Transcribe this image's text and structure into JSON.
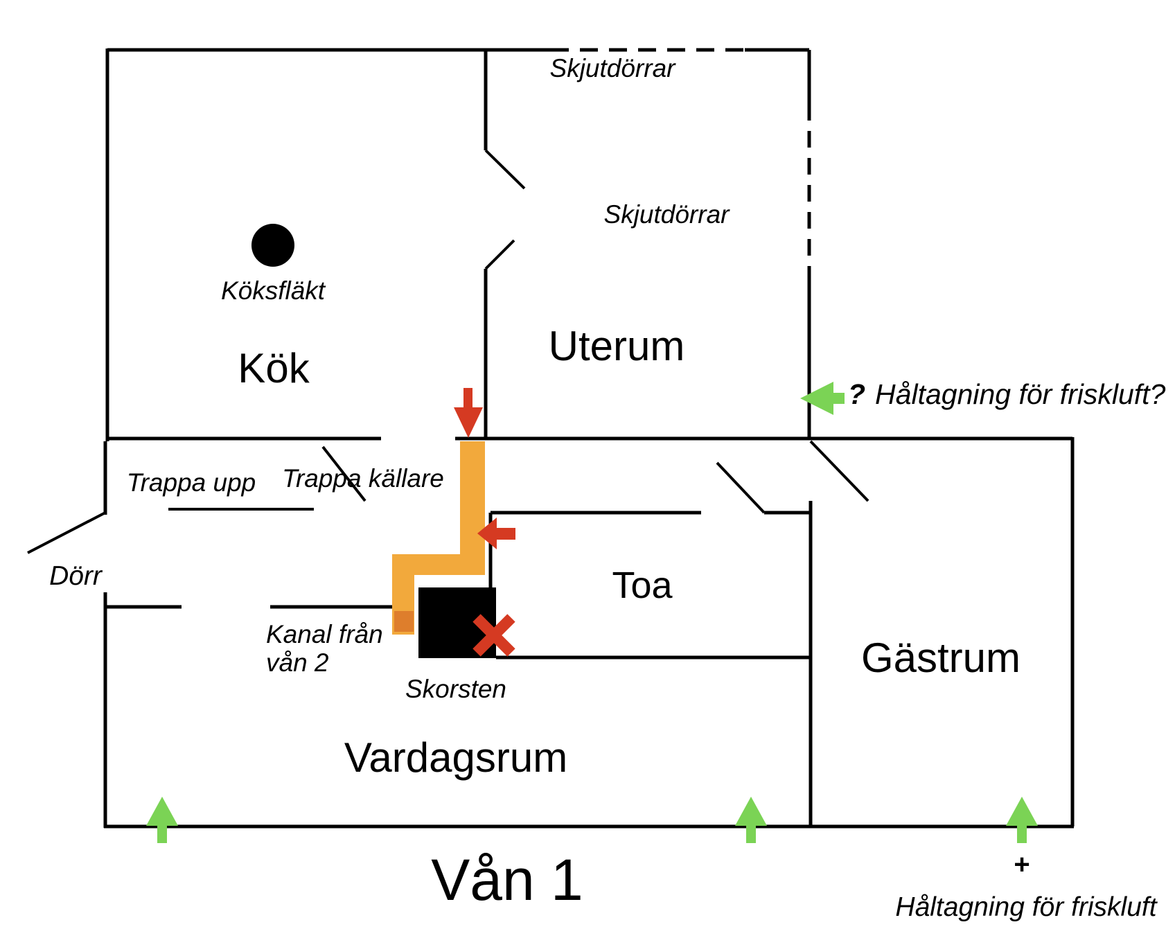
{
  "page": {
    "title": "Vån 1"
  },
  "colors": {
    "wall": "#000000",
    "chimney": "#000000",
    "fan_dot": "#000000",
    "duct": "#F2A93C",
    "duct_inlet": "#DE7E2C",
    "red": "#D53A22",
    "green": "#7BD355"
  },
  "rooms": [
    {
      "label": "Kök"
    },
    {
      "label": "Uterum"
    },
    {
      "label": "Toa"
    },
    {
      "label": "Gästrum"
    },
    {
      "label": "Vardagsrum"
    }
  ],
  "annotations": {
    "sliding_doors_top": "Skjutdörrar",
    "sliding_doors_right": "Skjutdörrar",
    "kitchen_fan": "Köksfläkt",
    "stairs_up": "Trappa upp",
    "stairs_basement": "Trappa källare",
    "door": "Dörr",
    "duct_line1": "Kanal från",
    "duct_line2": "vån 2",
    "chimney": "Skorsten",
    "fresh_air_q_mark": "?",
    "fresh_air_question": "Håltagning för friskluft?",
    "fresh_air_plus": "+",
    "fresh_air_note": "Håltagning för friskluft",
    "floor_label": "Vån 1"
  }
}
